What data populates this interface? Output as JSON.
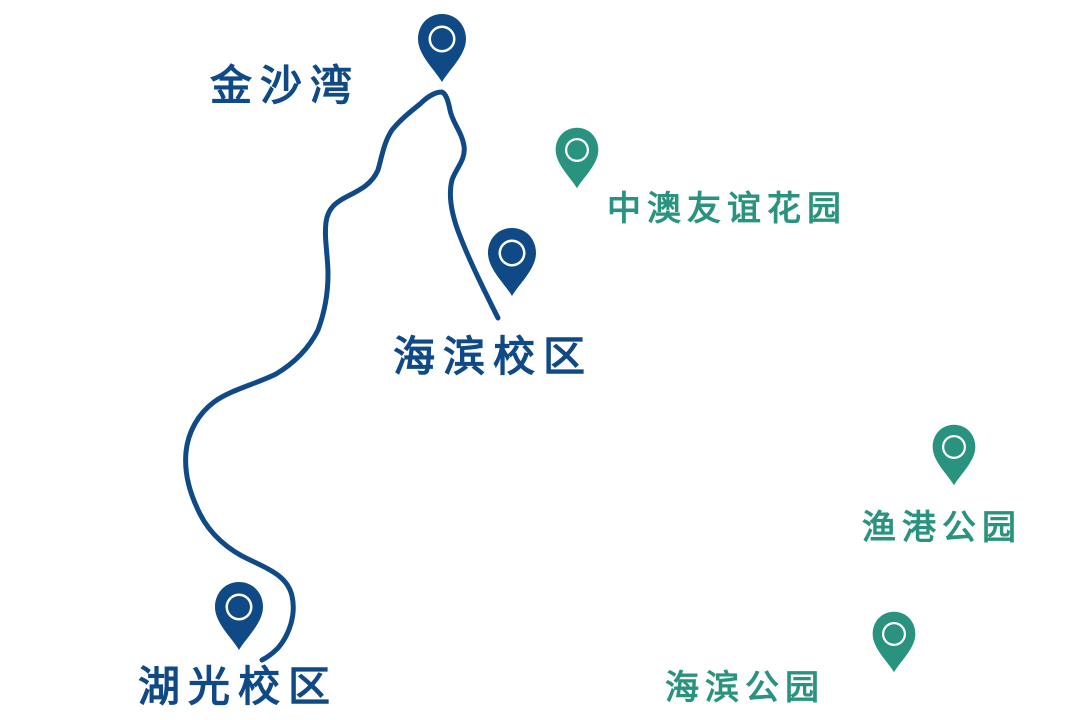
{
  "map": {
    "colors": {
      "primary": "#0f4a86",
      "secondary": "#2a9380",
      "background": "#ffffff"
    },
    "route": {
      "name": "",
      "stroke_color": "#0f4a86"
    },
    "places": [
      {
        "id": "jinshawan",
        "name": "金沙湾",
        "category": "campus-waypoint",
        "color": "#0f4a86",
        "pin_icon": "map-pin-icon"
      },
      {
        "id": "haibin-campus",
        "name": "海滨校区",
        "category": "campus",
        "color": "#0f4a86",
        "pin_icon": "map-pin-icon"
      },
      {
        "id": "huguang-campus",
        "name": "湖光校区",
        "category": "campus",
        "color": "#0f4a86",
        "pin_icon": "map-pin-icon"
      },
      {
        "id": "zhongao-garden",
        "name": "中澳友谊花园",
        "category": "landmark",
        "color": "#2a9380",
        "pin_icon": "map-pin-icon"
      },
      {
        "id": "yugang-park",
        "name": "渔港公园",
        "category": "landmark",
        "color": "#2a9380",
        "pin_icon": "map-pin-icon"
      },
      {
        "id": "haibin-park",
        "name": "海滨公园",
        "category": "landmark",
        "color": "#2a9380",
        "pin_icon": "map-pin-icon"
      }
    ]
  }
}
